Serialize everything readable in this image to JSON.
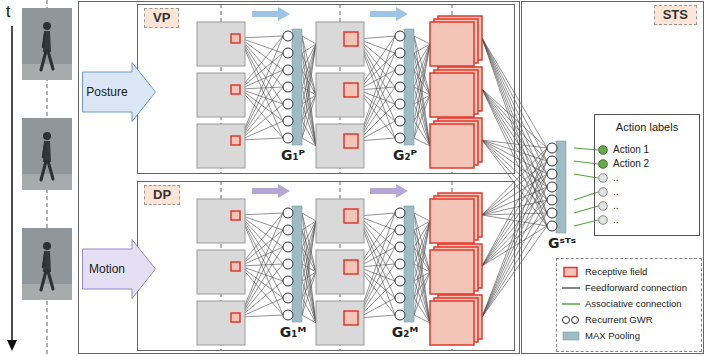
{
  "diagram": {
    "nodes": [
      {
        "text": [
          "VP"
        ]
      },
      {
        "text": [
          "Posture"
        ]
      },
      {
        "text": [
          "G₁ᴾ"
        ],
        "in": 0
      },
      {
        "text": [
          "G₂ᴾ"
        ],
        "in": 0
      },
      {
        "text": [
          "DP"
        ]
      },
      {
        "text": [
          "Motion"
        ]
      },
      {
        "text": [
          "G₁ᴹ"
        ],
        "in": 4
      },
      {
        "text": [
          "G₂ᴹ"
        ],
        "in": 4
      },
      {
        "text": [
          "STS"
        ]
      },
      {
        "text": [
          "Gˢᵀˢ"
        ],
        "in": 8
      },
      {
        "text": [
          "Action labels"
        ],
        "in": 8
      },
      {
        "text": [
          "Action 1"
        ],
        "in": 10
      },
      {
        "text": [
          "Action 2"
        ],
        "in": 10
      },
      {
        "text": [
          ".."
        ],
        "in": 10
      },
      {
        "text": [
          ".."
        ],
        "in": 10
      },
      {
        "text": [
          ".."
        ],
        "in": 10
      },
      {
        "text": [
          ".."
        ],
        "in": 10
      }
    ],
    "edges": [
      {
        "from": 9,
        "to": 11,
        "arrow": "none"
      },
      {
        "from": 9,
        "to": 12,
        "arrow": "none"
      },
      {
        "from": 9,
        "to": 13,
        "arrow": "none"
      },
      {
        "from": 9,
        "to": 14,
        "arrow": "none"
      },
      {
        "from": 9,
        "to": 15,
        "arrow": "none"
      },
      {
        "from": 9,
        "to": 16,
        "arrow": "none"
      }
    ],
    "labels": [
      "t"
    ],
    "legend": [
      {
        "text": "Receptive field",
        "color": "#f4c4b8"
      },
      {
        "text": "Feedforward connection"
      },
      {
        "text": "Associative connection"
      },
      {
        "text": "Recurrent GWR"
      },
      {
        "text": "MAX Pooling",
        "color": "#9fbcc4"
      }
    ]
  }
}
